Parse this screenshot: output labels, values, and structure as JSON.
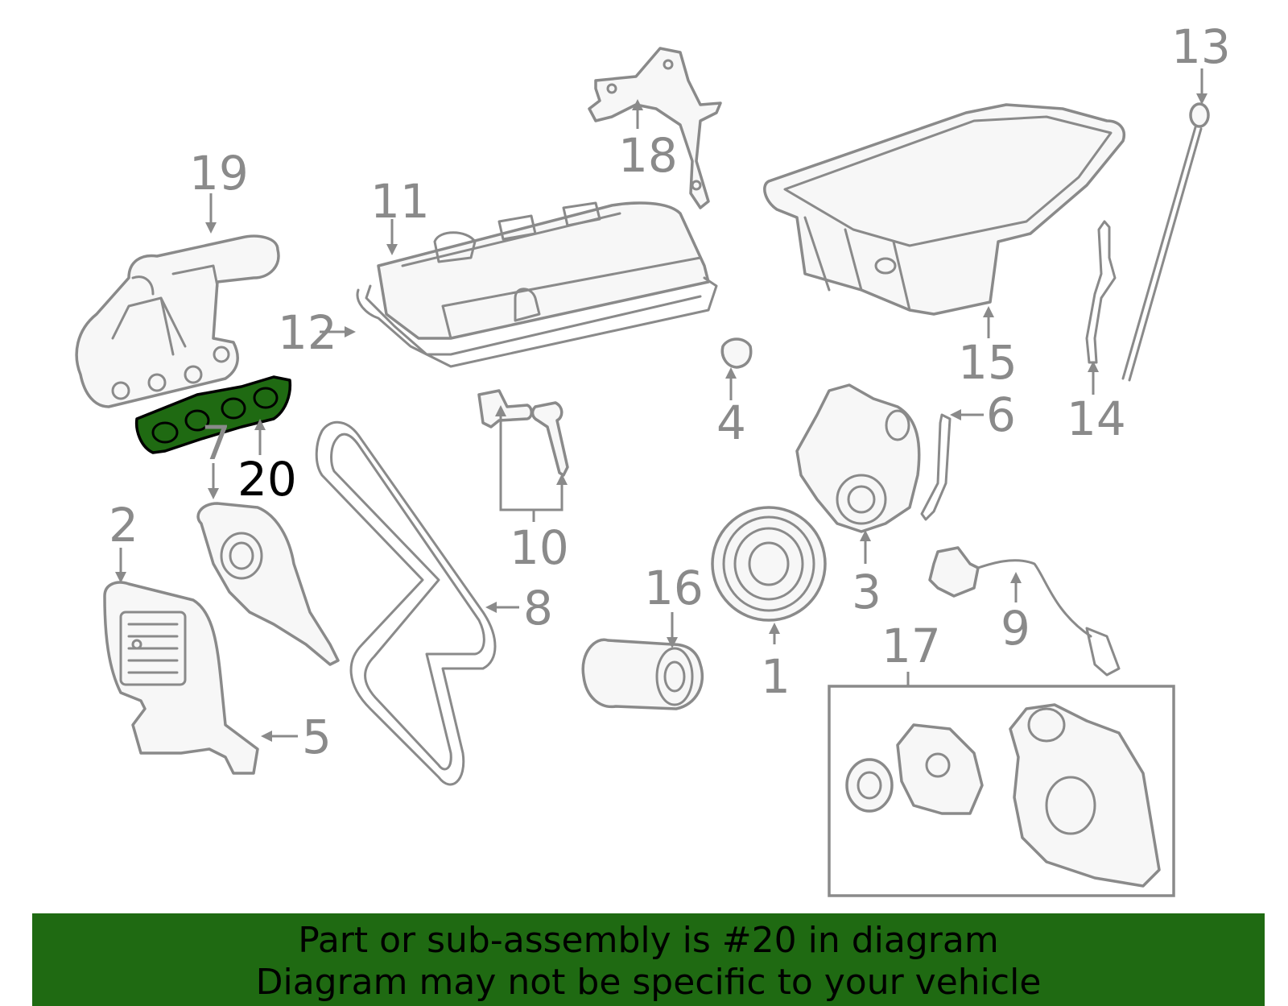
{
  "callouts": {
    "c1": "1",
    "c2": "2",
    "c3": "3",
    "c4": "4",
    "c5": "5",
    "c6": "6",
    "c7": "7",
    "c8": "8",
    "c9": "9",
    "c10": "10",
    "c11": "11",
    "c12": "12",
    "c13": "13",
    "c14": "14",
    "c15": "15",
    "c16": "16",
    "c17": "17",
    "c18": "18",
    "c19": "19",
    "c20": "20"
  },
  "highlighted_part": "20",
  "colors": {
    "highlight": "#1f6a12",
    "line_art": "#8a8a8a"
  },
  "banner": {
    "line1": "Part or sub-assembly is #20 in diagram",
    "line2": "Diagram may not be specific to your vehicle"
  }
}
